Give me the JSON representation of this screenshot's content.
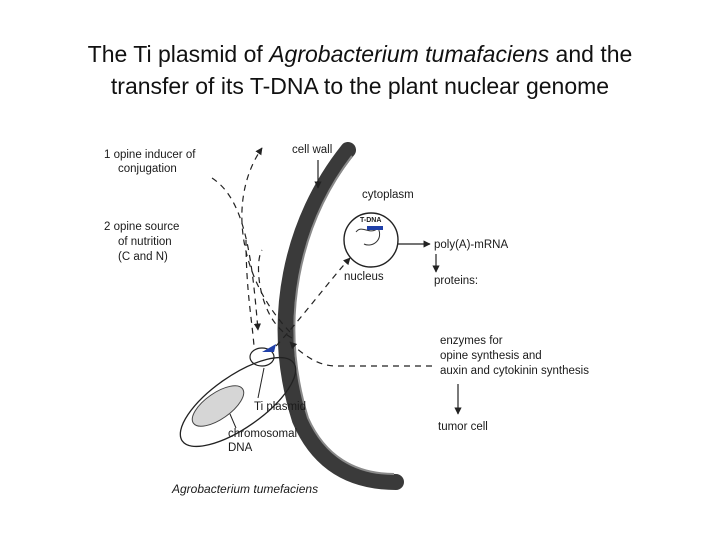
{
  "title": {
    "line1_before": "The Ti plasmid of ",
    "line1_italic": "Agrobacterium tumafaciens",
    "line1_after": " and the",
    "line2": "transfer of its T-DNA to the plant nuclear genome"
  },
  "labels": {
    "opine_inducer_1": "1 opine inducer of",
    "opine_inducer_2": "conjugation",
    "opine_source_1": "2 opine source",
    "opine_source_2": "of nutrition",
    "opine_source_3": "(C and N)",
    "cell_wall": "cell wall",
    "cytoplasm": "cytoplasm",
    "tdna": "T-DNA",
    "nucleus": "nucleus",
    "mrna": "poly(A)-mRNA",
    "proteins": "proteins:",
    "enzymes_1": "enzymes for",
    "enzymes_2": "opine synthesis and",
    "enzymes_3": "auxin and cytokinin synthesis",
    "ti_plasmid": "Ti plasmid",
    "chromosomal_1": "chromosomal",
    "chromosomal_2": "DNA",
    "tumor_cell": "tumor cell",
    "bacterium": "Agrobacterium tumefaciens"
  }
}
